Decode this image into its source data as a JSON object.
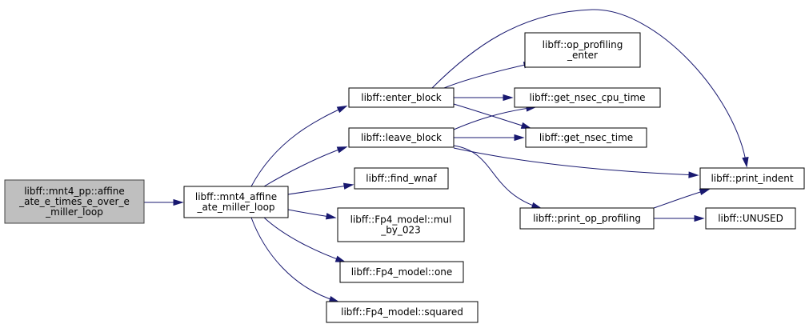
{
  "colors": {
    "edge": "#191970",
    "root_fill": "#bfbfbf",
    "node_fill": "#ffffff",
    "node_stroke": "#000000"
  },
  "nodes": {
    "root": {
      "lines": [
        "libff::mnt4_pp::affine",
        "_ate_e_times_e_over_e",
        "_miller_loop"
      ]
    },
    "miller_loop": {
      "lines": [
        "libff::mnt4_affine",
        "_ate_miller_loop"
      ]
    },
    "enter_block": {
      "lines": [
        "libff::enter_block"
      ]
    },
    "leave_block": {
      "lines": [
        "libff::leave_block"
      ]
    },
    "find_wnaf": {
      "lines": [
        "libff::find_wnaf"
      ]
    },
    "mul_by_023": {
      "lines": [
        "libff::Fp4_model::mul",
        "_by_023"
      ]
    },
    "one": {
      "lines": [
        "libff::Fp4_model::one"
      ]
    },
    "squared": {
      "lines": [
        "libff::Fp4_model::squared"
      ]
    },
    "op_profiling_enter": {
      "lines": [
        "libff::op_profiling",
        "_enter"
      ]
    },
    "get_nsec_cpu_time": {
      "lines": [
        "libff::get_nsec_cpu_time"
      ]
    },
    "get_nsec_time": {
      "lines": [
        "libff::get_nsec_time"
      ]
    },
    "print_indent": {
      "lines": [
        "libff::print_indent"
      ]
    },
    "print_op_profiling": {
      "lines": [
        "libff::print_op_profiling"
      ]
    },
    "unused": {
      "lines": [
        "libff::UNUSED"
      ]
    }
  },
  "edges": [
    {
      "from": "root",
      "to": "miller_loop"
    },
    {
      "from": "miller_loop",
      "to": "enter_block"
    },
    {
      "from": "miller_loop",
      "to": "leave_block"
    },
    {
      "from": "miller_loop",
      "to": "find_wnaf"
    },
    {
      "from": "miller_loop",
      "to": "mul_by_023"
    },
    {
      "from": "miller_loop",
      "to": "one"
    },
    {
      "from": "miller_loop",
      "to": "squared"
    },
    {
      "from": "enter_block",
      "to": "op_profiling_enter"
    },
    {
      "from": "enter_block",
      "to": "get_nsec_cpu_time"
    },
    {
      "from": "enter_block",
      "to": "get_nsec_time"
    },
    {
      "from": "enter_block",
      "to": "print_indent"
    },
    {
      "from": "leave_block",
      "to": "get_nsec_cpu_time"
    },
    {
      "from": "leave_block",
      "to": "get_nsec_time"
    },
    {
      "from": "leave_block",
      "to": "print_indent"
    },
    {
      "from": "leave_block",
      "to": "print_op_profiling"
    },
    {
      "from": "print_op_profiling",
      "to": "print_indent"
    },
    {
      "from": "print_op_profiling",
      "to": "unused"
    }
  ]
}
